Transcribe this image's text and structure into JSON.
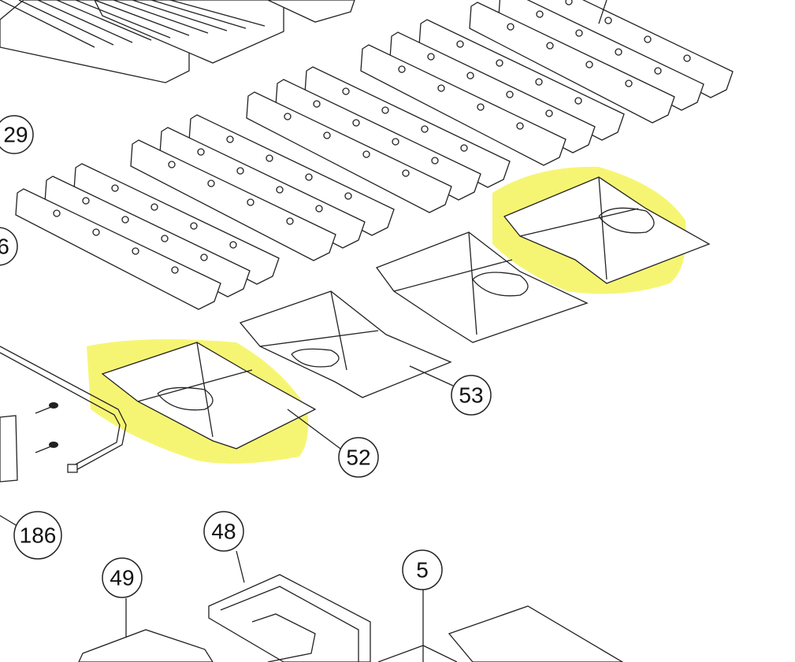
{
  "diagram": {
    "callouts": {
      "c29": "29",
      "c6": "6",
      "c186": "186",
      "c48": "48",
      "c49": "49",
      "c5": "5",
      "c52": "52",
      "c53": "53"
    },
    "highlight_color": "#f4f35a"
  }
}
